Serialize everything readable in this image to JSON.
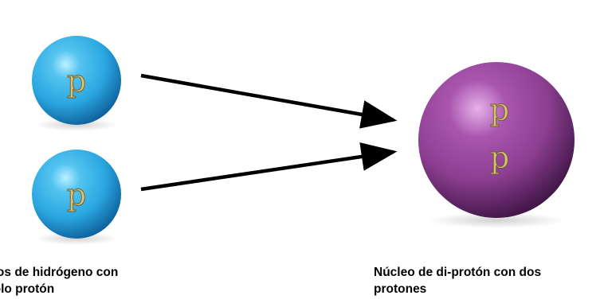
{
  "colors": {
    "hydrogen_nucleus": "#2aa6e0",
    "hydrogen_highlight": "#bdf0ff",
    "hydrogen_shadow": "#0d5f9a",
    "diproton_nucleus": "#8d3f92",
    "diproton_highlight": "#e7b2ea",
    "diproton_shadow": "#3a1240",
    "letter_fill": "#d8c27a",
    "letter_stroke": "#6d5a25",
    "arrow": "#000000",
    "caption_text": "#000000"
  },
  "nuclei": {
    "top_hydrogen": {
      "letter": "p"
    },
    "bottom_hydrogen": {
      "letter": "p"
    },
    "diproton": {
      "letter_top": "p",
      "letter_bottom": "p"
    }
  },
  "captions": {
    "left_line1": "leos de hidrógeno con",
    "left_line2": "solo protón",
    "right_line1": "Núcleo de di-protón con dos",
    "right_line2": "protones"
  }
}
